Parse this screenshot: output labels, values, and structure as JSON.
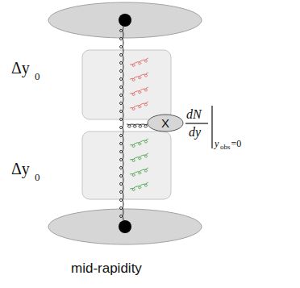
{
  "diagram": {
    "nodes": [
      {
        "text": [
          "X"
        ]
      }
    ],
    "labels": [
      "Δy",
      "0",
      "Δy",
      "0",
      "dN",
      "dy",
      "y",
      "obs",
      "=0",
      "mid-rapidity"
    ]
  }
}
